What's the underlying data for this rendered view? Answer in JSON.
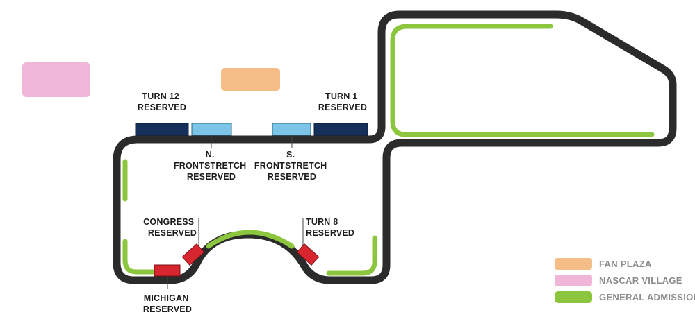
{
  "map": {
    "colors": {
      "track": "#2b2b2b",
      "general_admission": "#8cc63f",
      "fan_plaza": "#f5bd87",
      "nascar_village": "#f0b6d8",
      "reserved_dark": "#15305a",
      "reserved_light": "#7cc5e8",
      "reserved_red": "#d7262f"
    },
    "sections": {
      "turn12": {
        "line1": "TURN 12",
        "line2": "RESERVED"
      },
      "turn1": {
        "line1": "TURN 1",
        "line2": "RESERVED"
      },
      "n_front": {
        "line1": "N.",
        "line2": "FRONTSTRETCH",
        "line3": "RESERVED"
      },
      "s_front": {
        "line1": "S.",
        "line2": "FRONTSTRETCH",
        "line3": "RESERVED"
      },
      "congress": {
        "line1": "CONGRESS",
        "line2": "RESERVED"
      },
      "turn8": {
        "line1": "TURN 8",
        "line2": "RESERVED"
      },
      "michigan": {
        "line1": "MICHIGAN",
        "line2": "RESERVED"
      }
    },
    "legend": {
      "fan_plaza": "FAN PLAZA",
      "nascar_village": "NASCAR VILLAGE",
      "general_admission": "GENERAL ADMISSION"
    }
  }
}
